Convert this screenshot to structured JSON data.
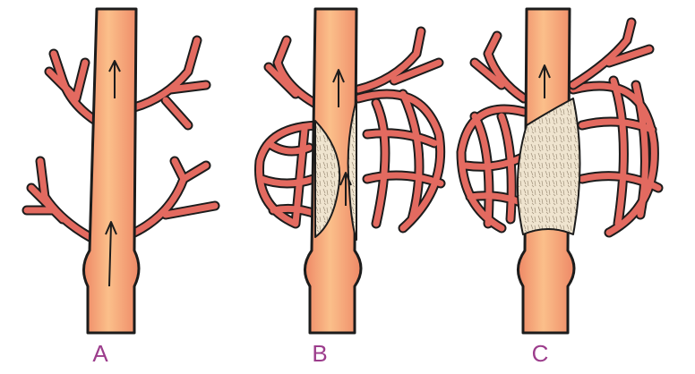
{
  "panels": [
    {
      "label": "A"
    },
    {
      "label": "B"
    },
    {
      "label": "C"
    }
  ],
  "colors": {
    "label": "#9c3d8c",
    "vessel_core": "#f8b884",
    "vessel_edge": "#ef8a6a",
    "branch": "#e36a60",
    "outline": "#1c1c1c",
    "plaque": "#efe4cf",
    "plaque_texture": "#9c8e78"
  }
}
